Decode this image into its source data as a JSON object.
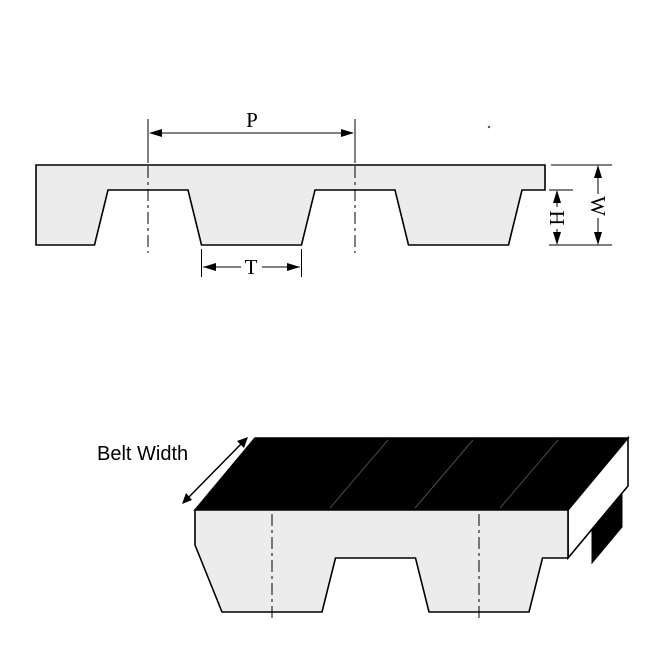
{
  "diagram": {
    "cross_section": {
      "pitch_label": "P",
      "tooth_width_label": "T",
      "tooth_height_label": "H",
      "belt_thickness_label": "W"
    },
    "perspective": {
      "belt_width_label": "Belt Width"
    },
    "colors": {
      "belt_fill": "#ececec",
      "top_surface": "#000000",
      "end_face": "#ffffff",
      "line": "#000000",
      "background": "#ffffff"
    }
  }
}
